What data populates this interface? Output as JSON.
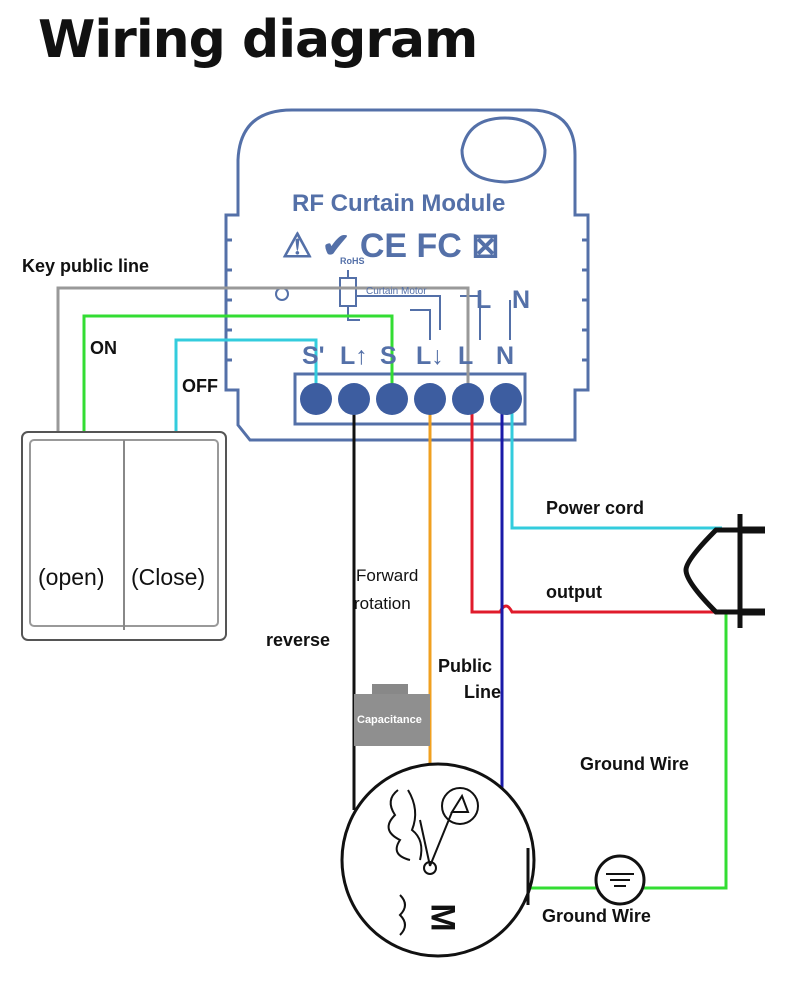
{
  "title": "Wiring diagram",
  "module": {
    "name": "RF Curtain Module",
    "cert_marks": "⚠ ✔ CE FC ⊠",
    "small_label": "Curtain Motor",
    "rohs": "RoHS",
    "top_labels": [
      "L",
      "N"
    ],
    "terminals": [
      "S'",
      "L↑",
      "S",
      "L↓",
      "L",
      "N"
    ]
  },
  "switch": {
    "open_label": "(open)",
    "close_label": "(Close)"
  },
  "labels": {
    "key_public_line": "Key public line",
    "on": "ON",
    "off": "OFF",
    "reverse": "reverse",
    "forward": "Forward",
    "rotation": "rotation",
    "public": "Public",
    "line": "Line",
    "power_cord": "Power cord",
    "output": "output",
    "ground_wire_right": "Ground Wire",
    "ground_wire_bottom": "Ground Wire",
    "capacitance": "Capacitance",
    "motor": "M"
  },
  "colors": {
    "module_outline": "#5470a8",
    "terminal": "#3d5da0",
    "wire_gray": "#999999",
    "wire_green": "#33dd33",
    "wire_cyan": "#33ccdd",
    "wire_black": "#111111",
    "wire_orange": "#f0a020",
    "wire_red": "#e01b2b",
    "wire_blue": "#1a1aa8"
  }
}
